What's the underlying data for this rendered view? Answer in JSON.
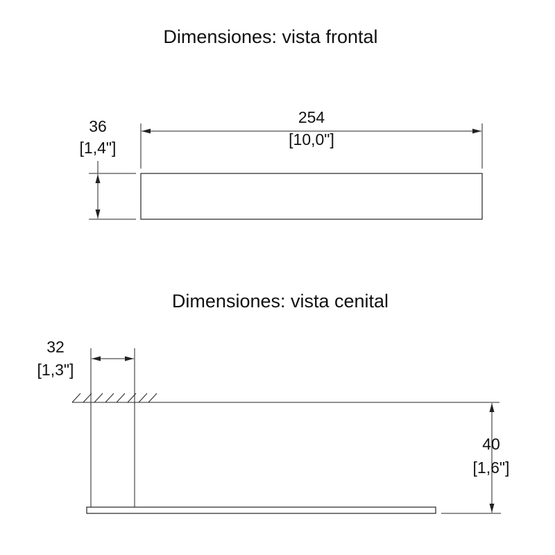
{
  "front_view": {
    "title": "Dimensiones: vista frontal",
    "length_mm": "254",
    "length_in": "[10,0\"]",
    "height_mm": "36",
    "height_in": "[1,4\"]"
  },
  "top_view": {
    "title": "Dimensiones: vista cenital",
    "width_mm": "32",
    "width_in": "[1,3\"]",
    "depth_mm": "40",
    "depth_in": "[1,6\"]"
  }
}
